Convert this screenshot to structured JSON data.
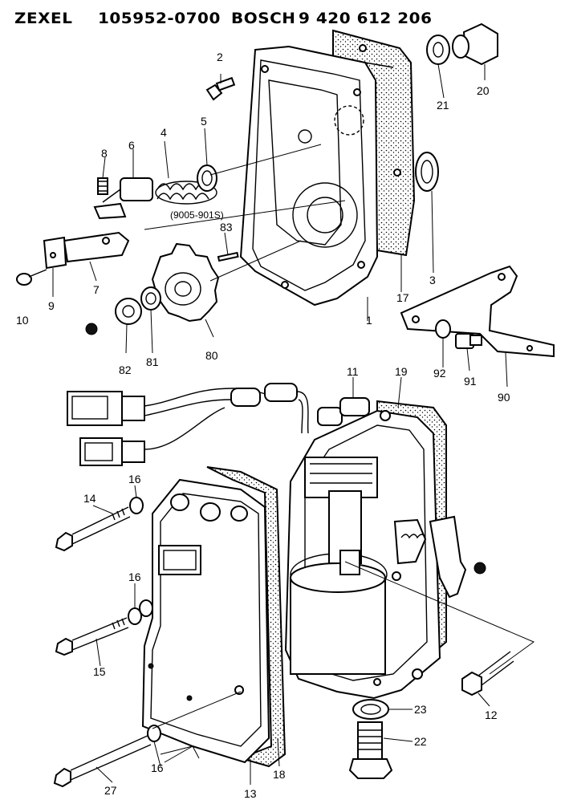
{
  "header": {
    "brand1": "ZEXEL",
    "part_no_1": "105952-0700",
    "brand2": "BOSCH",
    "part_no_2": "9 420 612 206"
  },
  "diagram": {
    "note_serial": "(9005-901S)",
    "callouts": {
      "c1": "1",
      "c2": "2",
      "c3": "3",
      "c4": "4",
      "c5": "5",
      "c6": "6",
      "c7": "7",
      "c8": "8",
      "c9": "9",
      "c10": "10",
      "c11": "11",
      "c12": "12",
      "c13": "13",
      "c14": "14",
      "c15": "15",
      "c16a": "16",
      "c16b": "16",
      "c16c": "16",
      "c17": "17",
      "c18": "18",
      "c19": "19",
      "c20": "20",
      "c21": "21",
      "c22": "22",
      "c23": "23",
      "c27": "27",
      "c80": "80",
      "c81": "81",
      "c82": "82",
      "c83": "83",
      "c90": "90",
      "c91": "91",
      "c92": "92"
    }
  }
}
